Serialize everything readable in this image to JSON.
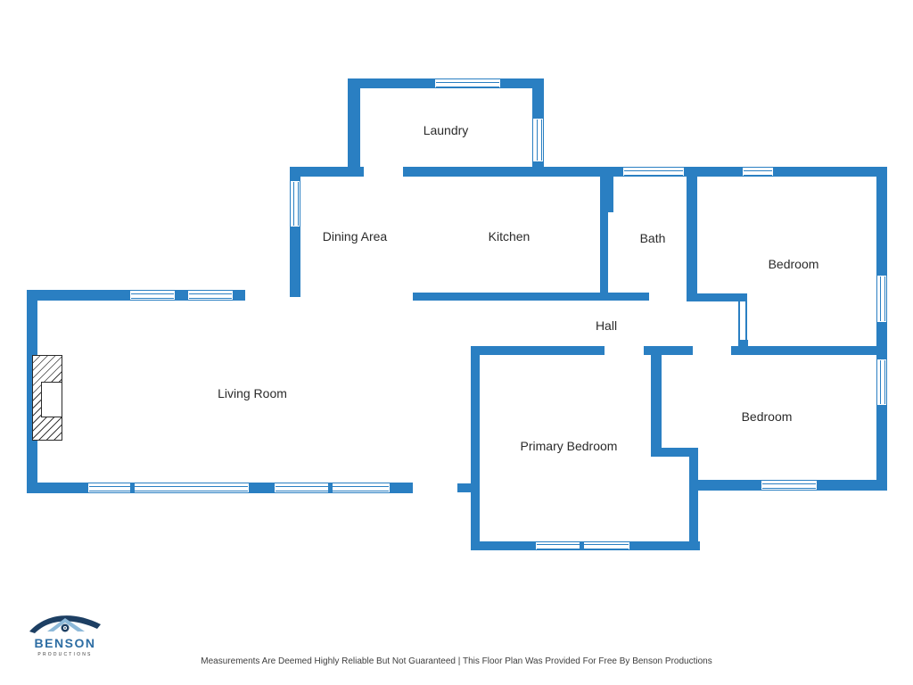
{
  "colors": {
    "wall": "#2a7fc2",
    "window_fill": "#ffffff",
    "label": "#2b2b2b",
    "logo_blue": "#2d6da3",
    "logo_navy": "#1d3f63",
    "logo_light": "#8db9d9",
    "footer_text": "#3d3d3d"
  },
  "rooms": [
    {
      "label": "Laundry"
    },
    {
      "label": "Dining Area"
    },
    {
      "label": "Kitchen"
    },
    {
      "label": "Bath"
    },
    {
      "label": "Bedroom"
    },
    {
      "label": "Hall"
    },
    {
      "label": "Living Room"
    },
    {
      "label": "Primary Bedroom"
    },
    {
      "label": "Bedroom"
    }
  ],
  "logo": {
    "name": "BENSON",
    "tagline": "PRODUCTIONS"
  },
  "footer": {
    "disclaimer": "Measurements Are Deemed Highly Reliable But Not Guaranteed | This Floor Plan Was Provided For Free By Benson Productions"
  }
}
